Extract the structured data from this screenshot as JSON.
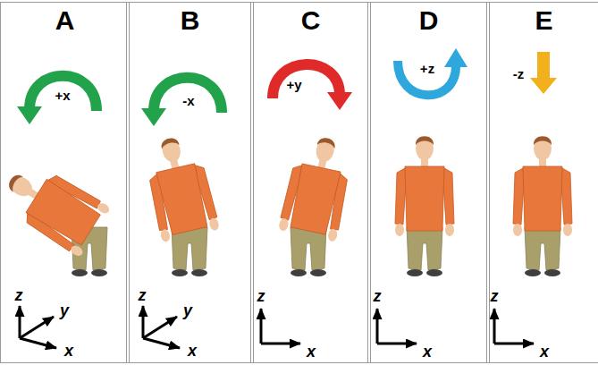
{
  "diagram": {
    "nodes": [
      {
        "text": [
          "A"
        ]
      },
      {
        "text": [
          "B"
        ]
      },
      {
        "text": [
          "C"
        ]
      },
      {
        "text": [
          "D"
        ]
      },
      {
        "text": [
          "E"
        ]
      }
    ],
    "labels": [
      "+x",
      "z",
      "y",
      "x",
      "-x",
      "z",
      "y",
      "x",
      "+y",
      "z",
      "x",
      "+z",
      "z",
      "x",
      "-z",
      "z",
      "x"
    ]
  }
}
